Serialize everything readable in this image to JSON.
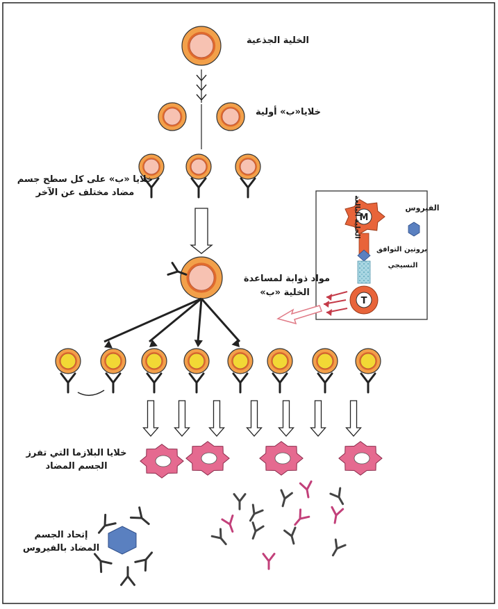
{
  "labels": {
    "stem_cell": "الخلية الجذعية",
    "primary_b_cells": "خلايا«ب» أولية",
    "b_cells_antibody_line1": "خلايا «ب» على كل سطح جسم",
    "b_cells_antibody_line2": "مضاد مختلف عن الآخر",
    "helper_line1": "مواد ذوابة لمساعدة",
    "helper_line2": "الخلية «ب»",
    "plasma_line1": "خلايا البلازما التي تفرز",
    "plasma_line2": "الجسم المضاد",
    "binding_line1": "إتحاد الجسم",
    "binding_line2": "المضاد بالفيروس"
  },
  "inset": {
    "virus": "الفيروس",
    "macrophage": "الخلية البالعة",
    "mhc_line1": "بروتين التوافق",
    "mhc_line2": "النسيجي",
    "m_letter": "M",
    "t_letter": "T"
  },
  "colors": {
    "cell_outer": "#f2a04a",
    "cell_ring": "#e06a2e",
    "cell_inner": "#f7c2b2",
    "mature_inner": "#f2d835",
    "plasma": "#e56a90",
    "antibody_pink": "#c2407a",
    "virus": "#5a80c0",
    "macrophage": "#e8643a",
    "arrow_pink": "#e07a86"
  }
}
